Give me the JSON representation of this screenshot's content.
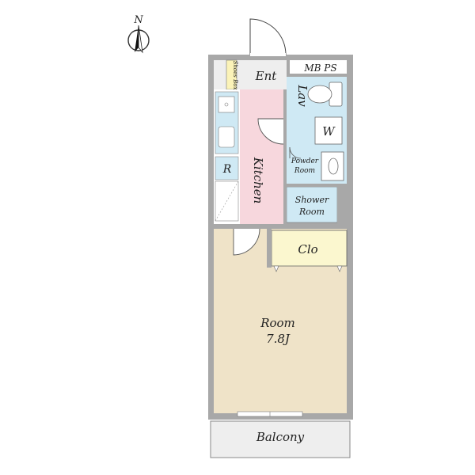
{
  "compass": {
    "label": "N"
  },
  "rooms": {
    "entrance": "Ent",
    "mb_ps": "MB PS",
    "shoes_box": "Shoes Box",
    "lavatory": "Lav",
    "washer": "W",
    "powder_room_line1": "Powder",
    "powder_room_line2": "Room",
    "shower_room_line1": "Shower",
    "shower_room_line2": "Room",
    "kitchen": "Kitchen",
    "refrigerator": "R",
    "closet": "Clo",
    "main_room_name": "Room",
    "main_room_size": "7.8J",
    "balcony": "Balcony"
  },
  "colors": {
    "wall": "#a8a8a8",
    "kitchen": "#f7d7dd",
    "wet_area": "#cfe9f4",
    "closet": "#fbf7cf",
    "main_room": "#efe3c8",
    "entrance": "#eeeeee",
    "balcony": "#eeeeee",
    "shoes_box": "#fbf3b8"
  }
}
